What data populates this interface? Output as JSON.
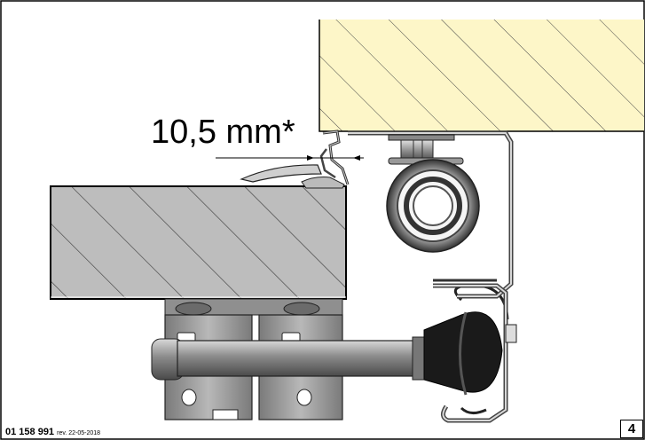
{
  "labels": {
    "dimension": "10,5 mm*",
    "doc_number": "01 158 991",
    "revision": "rev. 22-05-2018",
    "page_number": "4"
  },
  "colors": {
    "wall_fill": "#fdf6c8",
    "door_fill": "#bdbdbd",
    "hatch": "#333333",
    "metal": "#9a9a9a",
    "dark_metal": "#5a5a5a",
    "rubber": "#1a1a1a",
    "outline": "#111111"
  }
}
